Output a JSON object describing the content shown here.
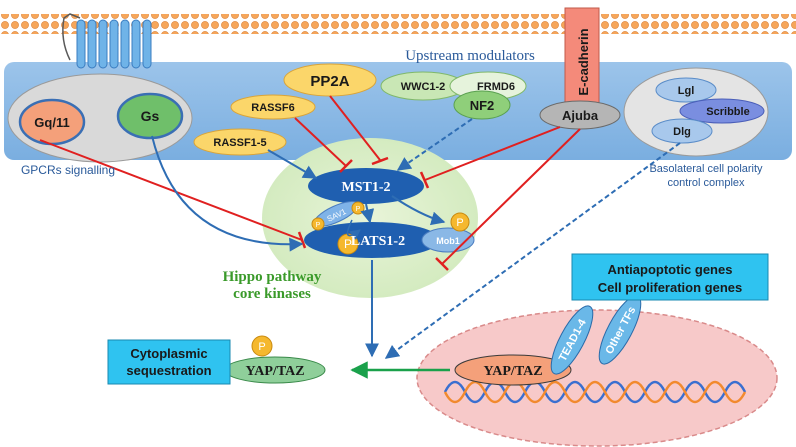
{
  "colors": {
    "membrane": "#f6a65a",
    "upstream_band": "#8ab8e6",
    "arrow_blue": "#2e6db4",
    "inhibit_red": "#e02020",
    "promote_green": "#1aa14b",
    "kinase_blue": "#1f5fb0",
    "highlight_cyan": "#2fc3f0",
    "nucleus_fill": "#f7c9c9",
    "yellow_node": "#fbd66a",
    "green_node": "#8fcf7a"
  },
  "upstream": {
    "title": "Upstream modulators",
    "gpcr_caption": "GPCRs signalling",
    "gq11": "Gq/11",
    "gs": "Gs",
    "pp2a": "PP2A",
    "rassf6": "RASSF6",
    "rassf15": "RASSF1-5",
    "wwc12": "WWC1-2",
    "frmd6": "FRMD6",
    "nf2": "NF2",
    "ecadherin": "E-cadherin",
    "ajuba": "Ajuba",
    "lgl": "Lgl",
    "scribble": "Scribble",
    "dlg": "Dlg",
    "polarity_caption_1": "Basolateral cell polarity",
    "polarity_caption_2": "control complex"
  },
  "core": {
    "mst12": "MST1-2",
    "lats12": "LATS1-2",
    "sav1": "SAV1",
    "mob1": "Mob1",
    "p": "P",
    "caption_1": "Hippo pathway",
    "caption_2": "core kinases"
  },
  "nucleus": {
    "genes_1": "Antiapoptotic genes",
    "genes_2": "Cell proliferation genes",
    "yaptaz": "YAP/TAZ",
    "tead": "TEAD1-4",
    "other_tfs": "Other TFs"
  },
  "cytoplasm": {
    "seq_1": "Cytoplasmic",
    "seq_2": "sequestration",
    "yaptaz": "YAP/TAZ"
  }
}
